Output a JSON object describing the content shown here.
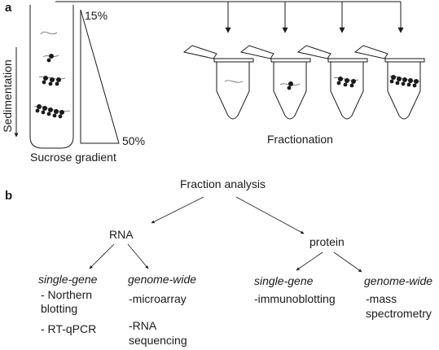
{
  "panels": {
    "a": "a",
    "b": "b"
  },
  "panel_a": {
    "gradient_top": "15%",
    "gradient_bottom": "50%",
    "axis_label": "Sedimentation",
    "tube_label": "Sucrose gradient",
    "fractionation_label": "Fractionation"
  },
  "panel_b": {
    "root": "Fraction analysis",
    "rna": "RNA",
    "protein": "protein",
    "rna_single_gene": "single-gene",
    "rna_single_gene_items": [
      "- Northern",
      "blotting",
      "- RT-qPCR"
    ],
    "rna_genome_wide": "genome-wide",
    "rna_genome_wide_items": [
      "-microarray",
      "-RNA",
      "sequencing"
    ],
    "protein_single_gene": "single-gene",
    "protein_single_gene_items": [
      "-immunoblotting"
    ],
    "protein_genome_wide": "genome-wide",
    "protein_genome_wide_items": [
      "-mass",
      "spectrometry"
    ]
  },
  "colors": {
    "ink": "#1a1a1a",
    "ribosome": "#1a1a1a",
    "mrna": "#666666"
  }
}
